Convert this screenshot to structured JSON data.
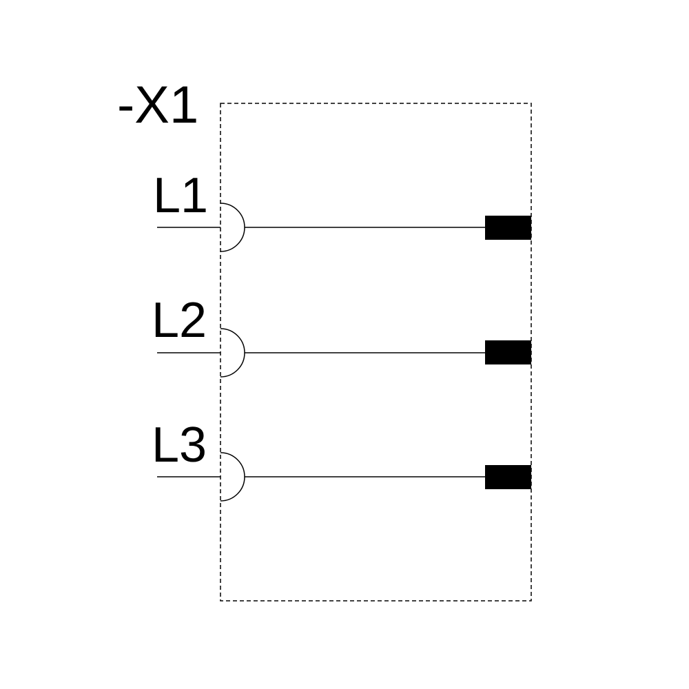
{
  "diagram": {
    "designation": "-X1",
    "terminals": [
      {
        "label": "L1"
      },
      {
        "label": "L2"
      },
      {
        "label": "L3"
      }
    ],
    "colors": {
      "stroke": "#000000",
      "background": "#ffffff"
    }
  }
}
